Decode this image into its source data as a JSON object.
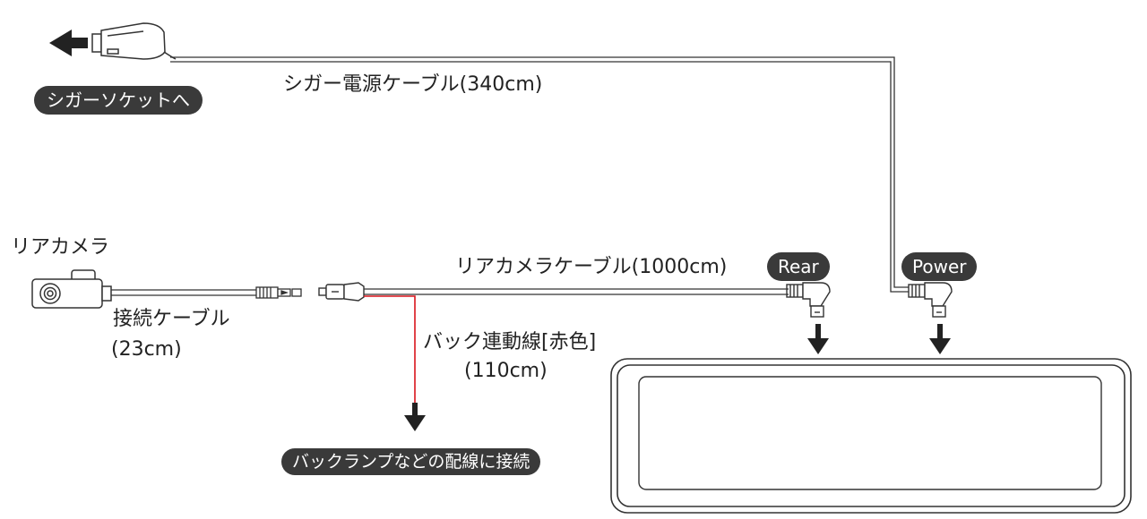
{
  "labels": {
    "cigar_cable": "シガー電源ケーブル(340cm)",
    "rear_camera": "リアカメラ",
    "rear_camera_cable": "リアカメラケーブル(1000cm)",
    "connection_cable_line1": "接続ケーブル",
    "connection_cable_line2": "(23cm)",
    "back_link_line1": "バック連動線[赤色]",
    "back_link_line2": "(110cm)"
  },
  "badges": {
    "to_socket": "シガーソケットへ",
    "rear": "Rear",
    "power": "Power",
    "connect_lamp": "バックランプなどの配線に接続"
  },
  "colors": {
    "cable": "#333333",
    "red_wire": "#d8141c",
    "badge_bg": "#3a3a3a",
    "badge_text": "#ffffff"
  }
}
